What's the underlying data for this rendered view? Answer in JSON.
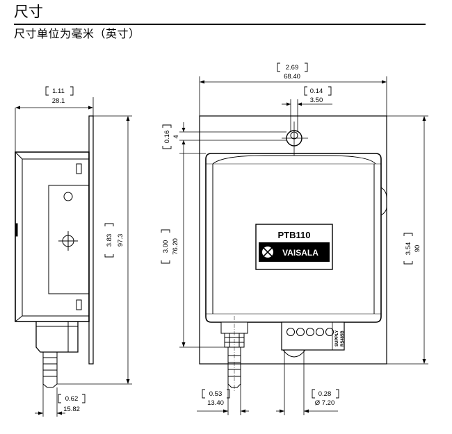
{
  "title": "尺寸",
  "subtitle": "尺寸单位为毫米（英寸）",
  "dims": {
    "width_in": "2.69",
    "width_mm": "68.40",
    "hole_in": "0.14",
    "hole_mm": "3.50",
    "depth_in": "1.11",
    "depth_mm": "28.1",
    "hole_off_in": "0.16",
    "hole_off_mm": "4",
    "height_total_in": "3.83",
    "height_total_mm": "97.3",
    "height_body_in": "3.00",
    "height_body_mm": "76.20",
    "height_right_in": "3.54",
    "height_right_mm": "90",
    "side_nozzle_in": "0.62",
    "side_nozzle_mm": "15.82",
    "front_nozzle_in": "0.53",
    "front_nozzle_mm": "13.40",
    "conn_in": "0.28",
    "conn_mm": "Ø 7.20"
  },
  "device": {
    "model": "PTB110",
    "brand": "VAISALA",
    "supply_label": "SUPPLY",
    "rs_label": "RS485B"
  }
}
